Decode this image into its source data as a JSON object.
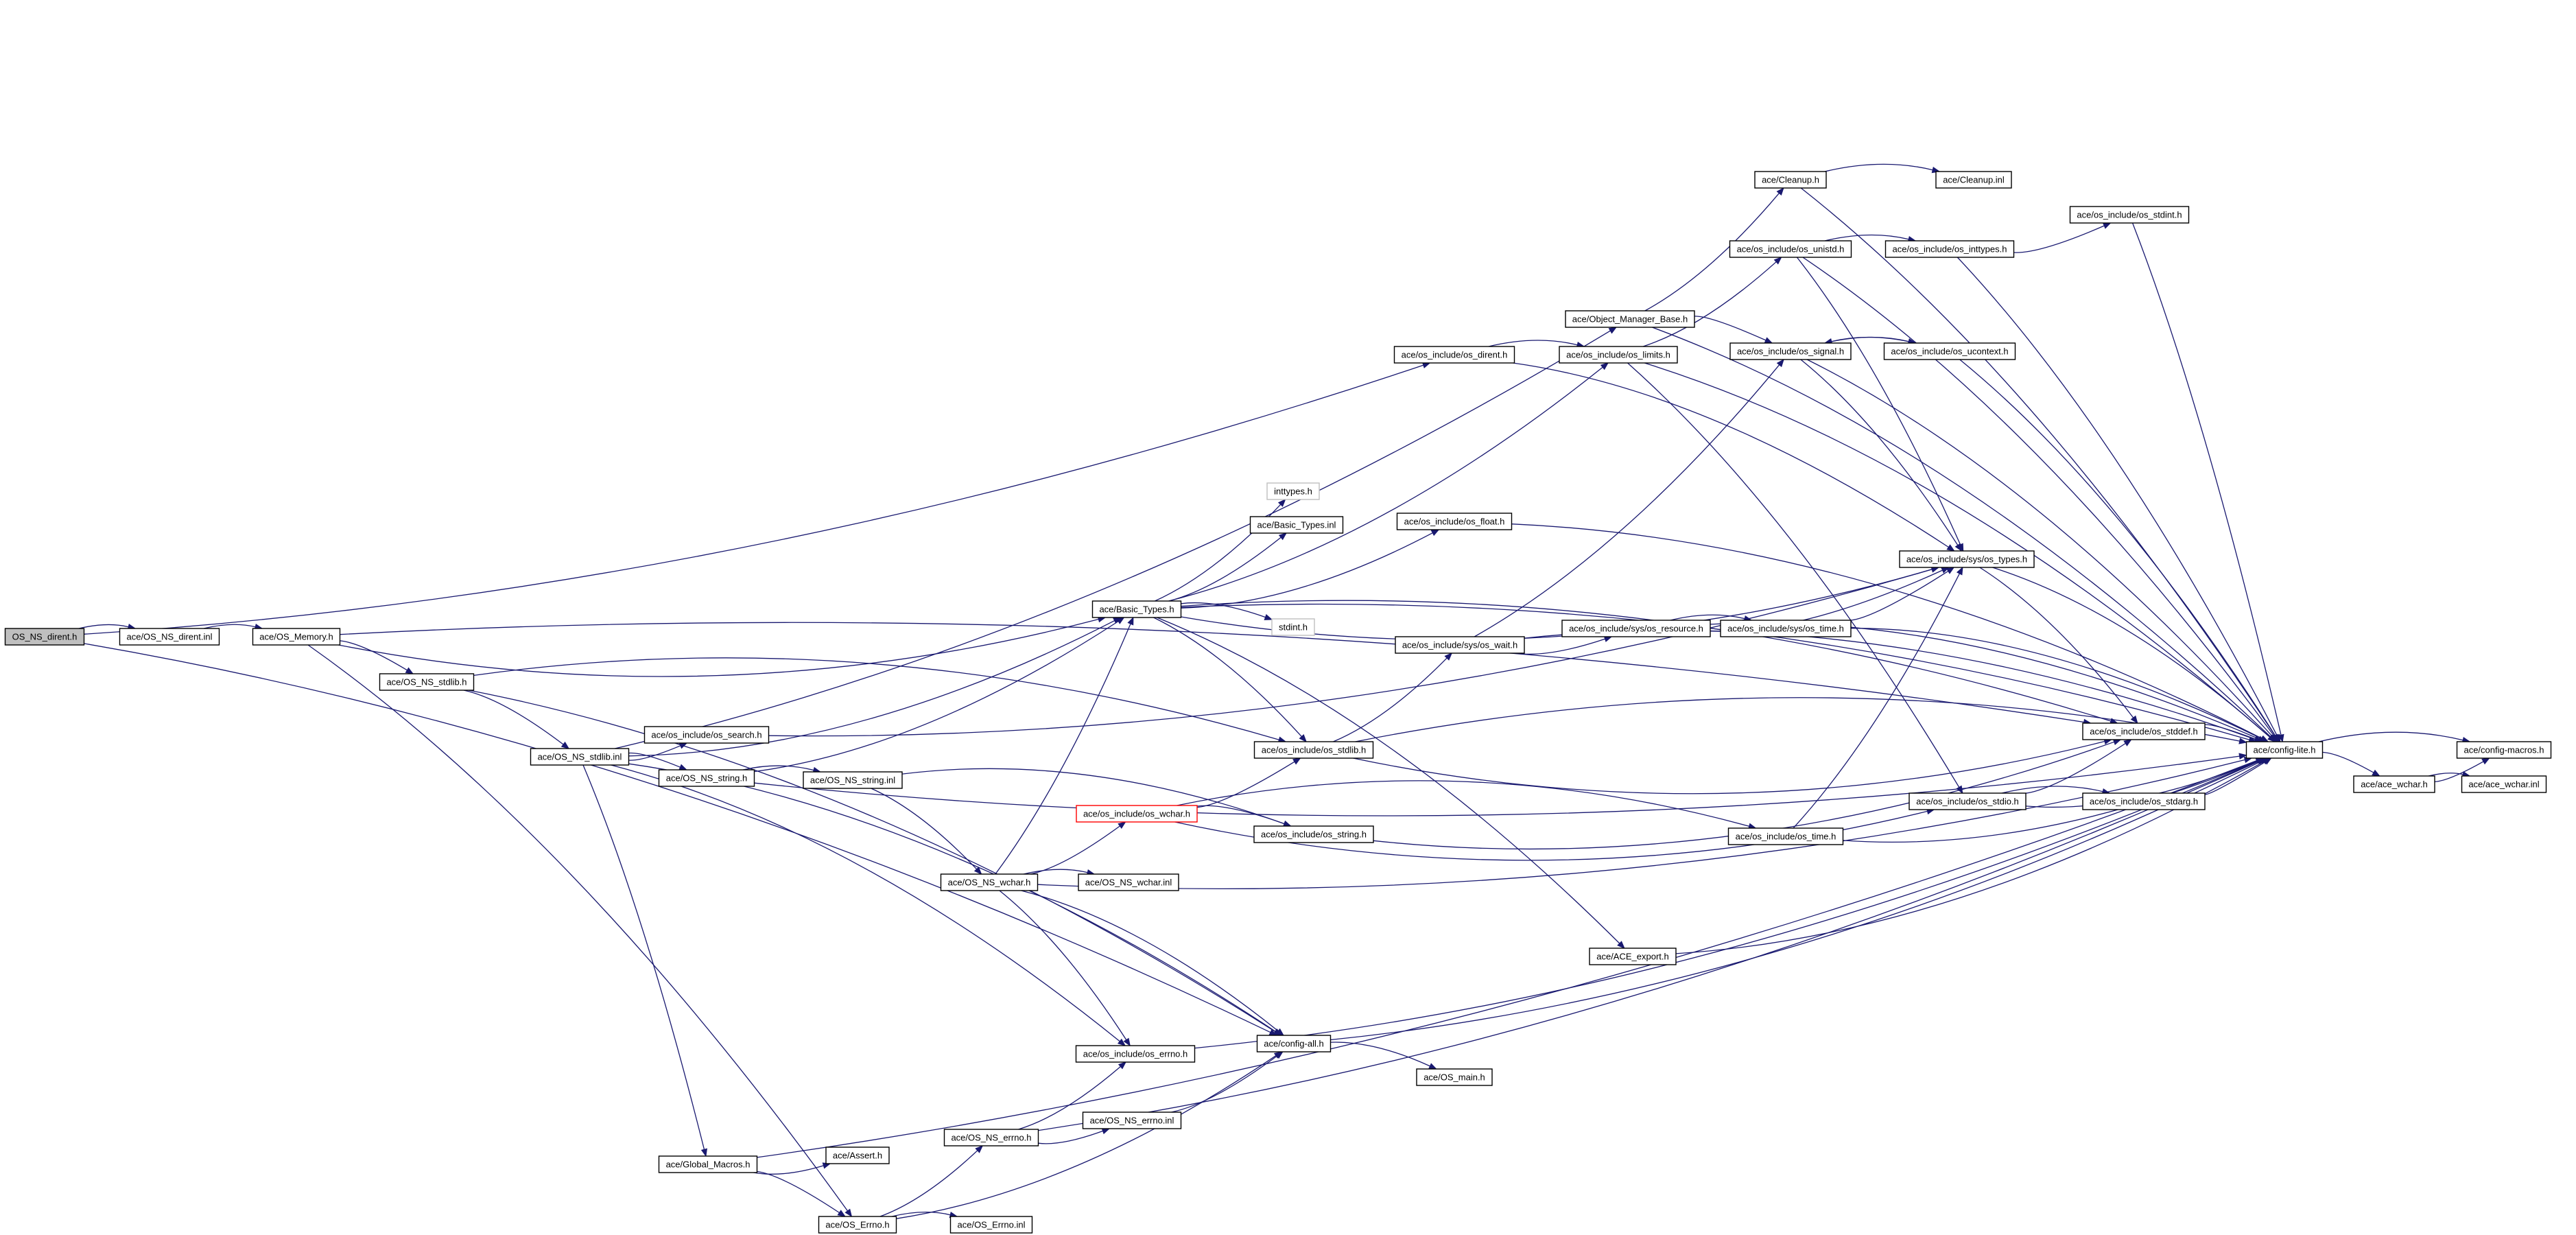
{
  "colors": {
    "edge": "#191970",
    "root_fill": "#bfbfbf",
    "missing_border": "#bfbfbf",
    "red_border": "#ff0000"
  },
  "nodes": [
    {
      "id": "root",
      "label": "OS_NS_dirent.h",
      "style": "root"
    },
    {
      "id": "dirent_inl",
      "label": "ace/OS_NS_dirent.inl"
    },
    {
      "id": "memory",
      "label": "ace/OS_Memory.h"
    },
    {
      "id": "stdlib_h",
      "label": "ace/OS_NS_stdlib.h"
    },
    {
      "id": "stdlib_inl",
      "label": "ace/OS_NS_stdlib.inl"
    },
    {
      "id": "os_search",
      "label": "ace/os_include/os_search.h"
    },
    {
      "id": "string_h",
      "label": "ace/OS_NS_string.h"
    },
    {
      "id": "string_inl",
      "label": "ace/OS_NS_string.inl"
    },
    {
      "id": "wchar_h",
      "label": "ace/OS_NS_wchar.h"
    },
    {
      "id": "wchar_inl",
      "label": "ace/OS_NS_wchar.inl"
    },
    {
      "id": "os_wchar",
      "label": "ace/os_include/os_wchar.h",
      "style": "red"
    },
    {
      "id": "basic_types",
      "label": "ace/Basic_Types.h"
    },
    {
      "id": "inttypes",
      "label": "inttypes.h",
      "style": "missing"
    },
    {
      "id": "basic_inl",
      "label": "ace/Basic_Types.inl"
    },
    {
      "id": "stdint",
      "label": "stdint.h",
      "style": "missing"
    },
    {
      "id": "os_float",
      "label": "ace/os_include/os_float.h"
    },
    {
      "id": "os_stdlib",
      "label": "ace/os_include/os_stdlib.h"
    },
    {
      "id": "os_string",
      "label": "ace/os_include/os_string.h"
    },
    {
      "id": "os_wait",
      "label": "ace/os_include/sys/os_wait.h"
    },
    {
      "id": "os_resource",
      "label": "ace/os_include/sys/os_resource.h"
    },
    {
      "id": "sys_time",
      "label": "ace/os_include/sys/os_time.h"
    },
    {
      "id": "os_time",
      "label": "ace/os_include/os_time.h"
    },
    {
      "id": "ace_export",
      "label": "ace/ACE_export.h"
    },
    {
      "id": "config_all",
      "label": "ace/config-all.h"
    },
    {
      "id": "os_main",
      "label": "ace/OS_main.h"
    },
    {
      "id": "os_errno",
      "label": "ace/os_include/os_errno.h"
    },
    {
      "id": "errno_h",
      "label": "ace/OS_NS_errno.h"
    },
    {
      "id": "errno_inl",
      "label": "ace/OS_NS_errno.inl"
    },
    {
      "id": "global_macros",
      "label": "ace/Global_Macros.h"
    },
    {
      "id": "assert",
      "label": "ace/Assert.h"
    },
    {
      "id": "errno_cls",
      "label": "ace/OS_Errno.h"
    },
    {
      "id": "errno_cls_inl",
      "label": "ace/OS_Errno.inl"
    },
    {
      "id": "os_dirent",
      "label": "ace/os_include/os_dirent.h"
    },
    {
      "id": "os_limits",
      "label": "ace/os_include/os_limits.h"
    },
    {
      "id": "obj_mgr",
      "label": "ace/Object_Manager_Base.h"
    },
    {
      "id": "cleanup",
      "label": "ace/Cleanup.h"
    },
    {
      "id": "cleanup_inl",
      "label": "ace/Cleanup.inl"
    },
    {
      "id": "os_unistd",
      "label": "ace/os_include/os_unistd.h"
    },
    {
      "id": "os_inttypes",
      "label": "ace/os_include/os_inttypes.h"
    },
    {
      "id": "os_stdint",
      "label": "ace/os_include/os_stdint.h"
    },
    {
      "id": "os_signal",
      "label": "ace/os_include/os_signal.h"
    },
    {
      "id": "os_ucontext",
      "label": "ace/os_include/os_ucontext.h"
    },
    {
      "id": "sys_types",
      "label": "ace/os_include/sys/os_types.h"
    },
    {
      "id": "os_stddef",
      "label": "ace/os_include/os_stddef.h"
    },
    {
      "id": "os_stdio",
      "label": "ace/os_include/os_stdio.h"
    },
    {
      "id": "os_stdarg",
      "label": "ace/os_include/os_stdarg.h"
    },
    {
      "id": "config_lite",
      "label": "ace/config-lite.h"
    },
    {
      "id": "config_macros",
      "label": "ace/config-macros.h"
    },
    {
      "id": "ace_wchar",
      "label": "ace/ace_wchar.h"
    },
    {
      "id": "ace_wchar_inl",
      "label": "ace/ace_wchar.inl"
    }
  ],
  "edges": [
    [
      "root",
      "dirent_inl"
    ],
    [
      "root",
      "os_dirent"
    ],
    [
      "root",
      "config_all"
    ],
    [
      "dirent_inl",
      "memory"
    ],
    [
      "memory",
      "stdlib_h"
    ],
    [
      "memory",
      "basic_types"
    ],
    [
      "memory",
      "os_stddef"
    ],
    [
      "memory",
      "errno_cls"
    ],
    [
      "stdlib_h",
      "stdlib_inl"
    ],
    [
      "stdlib_h",
      "os_stdlib"
    ],
    [
      "stdlib_h",
      "config_all"
    ],
    [
      "stdlib_inl",
      "os_search"
    ],
    [
      "stdlib_inl",
      "string_h"
    ],
    [
      "stdlib_inl",
      "basic_types"
    ],
    [
      "stdlib_inl",
      "obj_mgr"
    ],
    [
      "stdlib_inl",
      "global_macros"
    ],
    [
      "stdlib_inl",
      "config_all"
    ],
    [
      "stdlib_inl",
      "os_errno"
    ],
    [
      "os_search",
      "sys_types"
    ],
    [
      "string_h",
      "string_inl"
    ],
    [
      "string_h",
      "basic_types"
    ],
    [
      "string_h",
      "config_lite"
    ],
    [
      "string_inl",
      "wchar_h"
    ],
    [
      "string_inl",
      "os_string"
    ],
    [
      "wchar_h",
      "wchar_inl"
    ],
    [
      "wchar_h",
      "os_wchar"
    ],
    [
      "wchar_h",
      "basic_types"
    ],
    [
      "wchar_h",
      "config_all"
    ],
    [
      "wchar_h",
      "os_errno"
    ],
    [
      "wchar_h",
      "config_lite"
    ],
    [
      "os_wchar",
      "os_stdlib"
    ],
    [
      "os_wchar",
      "os_string"
    ],
    [
      "os_wchar",
      "os_time"
    ],
    [
      "os_wchar",
      "os_stdio"
    ],
    [
      "basic_types",
      "inttypes"
    ],
    [
      "basic_types",
      "basic_inl"
    ],
    [
      "basic_types",
      "stdint"
    ],
    [
      "basic_types",
      "os_float"
    ],
    [
      "basic_types",
      "os_stdlib"
    ],
    [
      "basic_types",
      "os_limits"
    ],
    [
      "basic_types",
      "sys_types"
    ],
    [
      "basic_types",
      "os_stddef"
    ],
    [
      "basic_types",
      "ace_export"
    ],
    [
      "basic_types",
      "config_lite"
    ],
    [
      "os_float",
      "config_lite"
    ],
    [
      "os_stdlib",
      "os_wait"
    ],
    [
      "os_stdlib",
      "os_stddef"
    ],
    [
      "os_stdlib",
      "config_lite"
    ],
    [
      "os_string",
      "os_stddef"
    ],
    [
      "os_wait",
      "os_resource"
    ],
    [
      "os_wait",
      "os_signal"
    ],
    [
      "os_wait",
      "config_lite"
    ],
    [
      "os_resource",
      "sys_time"
    ],
    [
      "os_resource",
      "sys_types"
    ],
    [
      "os_resource",
      "config_lite"
    ],
    [
      "sys_time",
      "sys_types"
    ],
    [
      "sys_time",
      "config_lite"
    ],
    [
      "os_time",
      "sys_types"
    ],
    [
      "os_time",
      "config_lite"
    ],
    [
      "ace_export",
      "config_lite"
    ],
    [
      "config_all",
      "os_main"
    ],
    [
      "config_all",
      "config_lite"
    ],
    [
      "os_errno",
      "config_lite"
    ],
    [
      "errno_h",
      "errno_inl"
    ],
    [
      "errno_h",
      "os_errno"
    ],
    [
      "errno_h",
      "config_lite"
    ],
    [
      "errno_inl",
      "config_all"
    ],
    [
      "global_macros",
      "assert"
    ],
    [
      "global_macros",
      "errno_cls"
    ],
    [
      "global_macros",
      "config_lite"
    ],
    [
      "errno_cls",
      "errno_cls_inl"
    ],
    [
      "errno_cls",
      "errno_h"
    ],
    [
      "errno_cls",
      "config_all"
    ],
    [
      "os_dirent",
      "os_limits"
    ],
    [
      "os_dirent",
      "sys_types"
    ],
    [
      "os_limits",
      "os_unistd"
    ],
    [
      "os_limits",
      "os_stdio"
    ],
    [
      "os_limits",
      "config_lite"
    ],
    [
      "obj_mgr",
      "cleanup"
    ],
    [
      "obj_mgr",
      "os_signal"
    ],
    [
      "obj_mgr",
      "config_lite"
    ],
    [
      "cleanup",
      "cleanup_inl"
    ],
    [
      "cleanup",
      "config_lite"
    ],
    [
      "os_unistd",
      "os_inttypes"
    ],
    [
      "os_unistd",
      "sys_types"
    ],
    [
      "os_unistd",
      "config_lite"
    ],
    [
      "os_inttypes",
      "os_stdint"
    ],
    [
      "os_inttypes",
      "config_lite"
    ],
    [
      "os_stdint",
      "config_lite"
    ],
    [
      "os_signal",
      "sys_types"
    ],
    [
      "os_signal",
      "os_ucontext"
    ],
    [
      "os_signal",
      "config_lite"
    ],
    [
      "os_ucontext",
      "os_signal"
    ],
    [
      "os_ucontext",
      "config_lite"
    ],
    [
      "sys_types",
      "os_stddef"
    ],
    [
      "sys_types",
      "config_lite"
    ],
    [
      "os_stddef",
      "config_lite"
    ],
    [
      "os_stdio",
      "os_stdarg"
    ],
    [
      "os_stdio",
      "os_stddef"
    ],
    [
      "os_stdio",
      "config_lite"
    ],
    [
      "os_stdarg",
      "config_lite"
    ],
    [
      "config_lite",
      "config_macros"
    ],
    [
      "config_lite",
      "ace_wchar"
    ],
    [
      "ace_wchar",
      "ace_wchar_inl"
    ],
    [
      "ace_wchar",
      "config_macros"
    ]
  ]
}
